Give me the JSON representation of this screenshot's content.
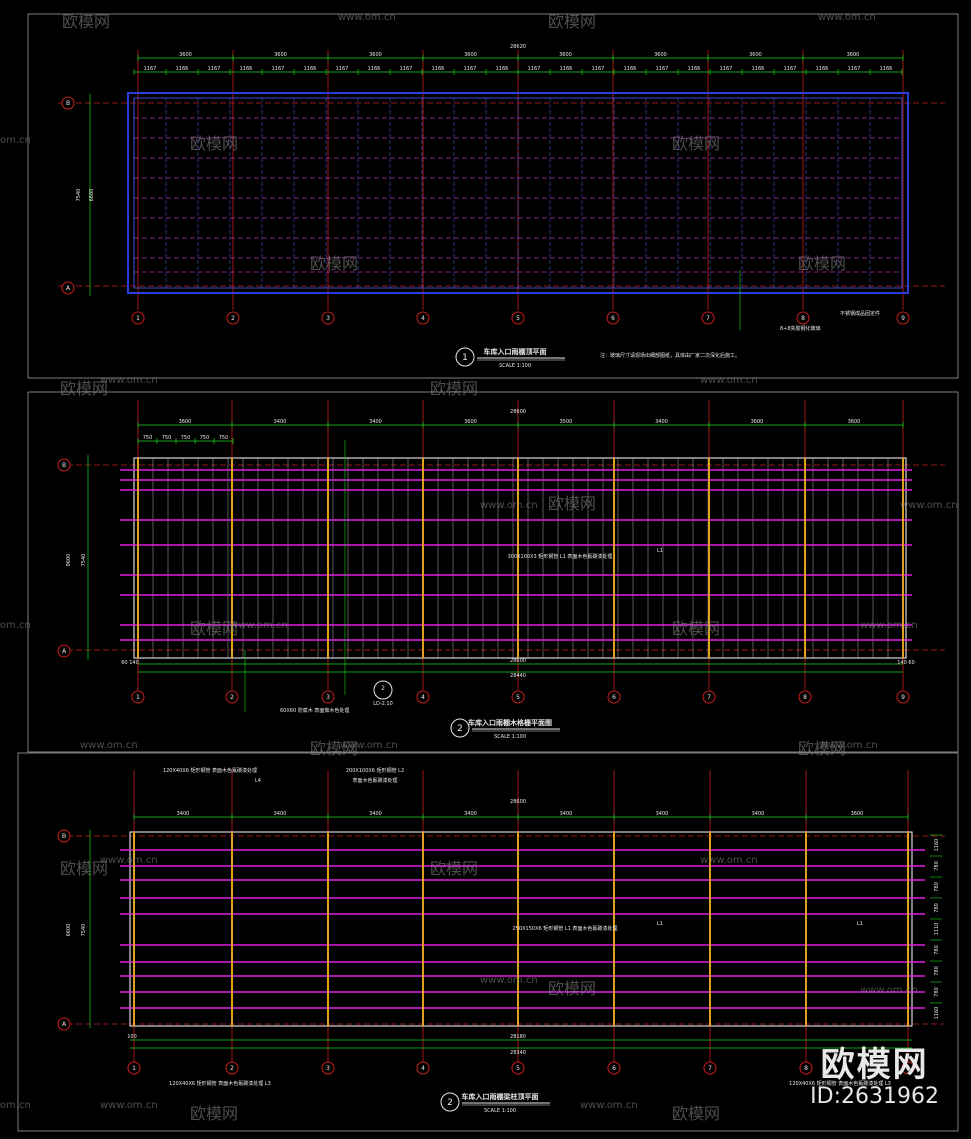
{
  "axes": [
    "1",
    "2",
    "3",
    "4",
    "5",
    "6",
    "7",
    "8",
    "9"
  ],
  "rows": [
    "A",
    "B"
  ],
  "colors": {
    "grid_red": "#c81e1e",
    "dim_green": "#18d418",
    "frame_blue": "#2a3fd8",
    "panel_blue": "#4b5fff",
    "magenta": "#e020e0",
    "orange": "#e0a020",
    "text": "#e8e8e8"
  },
  "plan1": {
    "title": "车库入口雨棚顶平面",
    "scale": "SCALE 1:100",
    "number": "1",
    "total": "28620",
    "bays": [
      "3600",
      "3600",
      "3600",
      "3600",
      "3600",
      "3600",
      "3600",
      "3600"
    ],
    "subdivs": [
      "1167",
      "1166",
      "1167",
      "1166",
      "1167",
      "1166",
      "1167",
      "1166",
      "1167",
      "1166",
      "1167",
      "1166",
      "1167",
      "1166",
      "1167",
      "1166",
      "1167",
      "1166",
      "1167",
      "1166",
      "1167",
      "1166",
      "1167",
      "1166"
    ],
    "left_total": "7540",
    "left_mid": "6600",
    "note": "注：玻璃尺寸请现场出细部图纸，具体由厂家二次深化后施工。",
    "tag1": "8+8夹胶钢化玻璃",
    "tag2": "不锈钢成品固定件"
  },
  "plan2": {
    "title": "车库入口雨棚木格栅平面图",
    "scale": "SCALE 1:100",
    "number": "2",
    "total_top": "28600",
    "bays": [
      "3600",
      "3400",
      "3400",
      "3600",
      "3500",
      "3400",
      "3600",
      "3600"
    ],
    "small_dims": [
      "750",
      "750",
      "750",
      "750",
      "750"
    ],
    "total_bottom1": "28600",
    "total_bottom2": "28440",
    "left_total": "9600",
    "left_mid": "7540",
    "label_center": "300X100X3 矩形钢管 L1 表面木色氟碳漆处理",
    "label_l1": "L1",
    "callout_bottom": "60X60 防腐木 表面做木色处理",
    "detail_num": "2",
    "detail_ref": "LD-2.10",
    "edge_left": "60 140",
    "edge_right": "140 60"
  },
  "plan3": {
    "title": "车库入口雨棚梁柱顶平面",
    "scale": "SCALE 1:100",
    "number": "2",
    "total_top": "28600",
    "bays": [
      "3400",
      "3400",
      "3400",
      "3400",
      "3400",
      "3400",
      "3400",
      "3600"
    ],
    "col_gap": "100",
    "total_bottom1": "28180",
    "total_bottom2": "28340",
    "left_total": "6600",
    "left_mid": "7540",
    "label_top_left": "120X40X6 矩形钢管 表面木色氟碳漆处理",
    "label_top_left_tag": "L4",
    "label_top_mid": "200X100X6 矩形钢管 L2",
    "label_top_mid_sub": "表面木色氟碳漆处理",
    "label_center": "250X150X6 矩形钢管 L1 表面木色氟碳漆处理",
    "label_l1_a": "L1",
    "label_l1_b": "L1",
    "label_bottom_left": "120X40X6 矩形钢管 表面木色氟碳漆处理 L3",
    "label_bottom_right": "120X40X6 矩形钢管 表面木色氟碳漆处理 L3",
    "right_dims": [
      "1160",
      "780",
      "780",
      "780",
      "1110",
      "780",
      "780",
      "780",
      "1160"
    ]
  },
  "watermark": {
    "brand_cn": "欧模网",
    "site": "www.om.cn",
    "site_short": "om.cn",
    "id": "ID:2631962"
  }
}
